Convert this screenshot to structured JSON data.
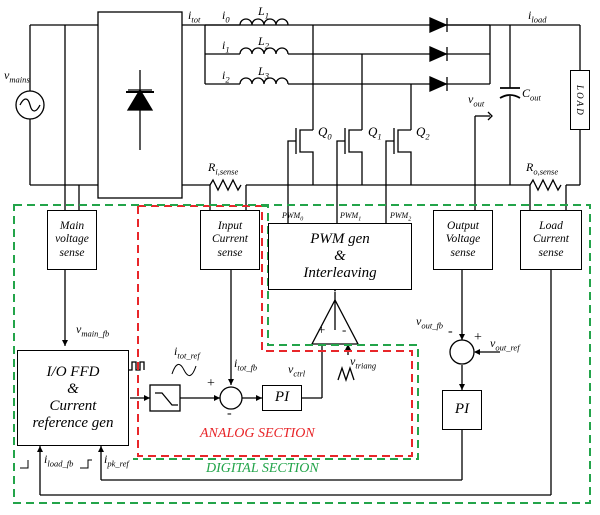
{
  "colors": {
    "analog": "#e8262a",
    "digital": "#23a44a",
    "wire": "#000000"
  },
  "icons": [
    "ac-source-icon",
    "diode-bridge-icon",
    "diode-icon",
    "inductor-icon",
    "mosfet-icon",
    "capacitor-icon",
    "op-amp-icon",
    "triangle-wave-icon",
    "square-wave-icon",
    "limiter-icon",
    "summing-junction-icon"
  ],
  "signals": {
    "i_tot": "tot",
    "i0": "0",
    "i1": "1",
    "i2": "2",
    "L1": "1",
    "L2": "2",
    "L3": "3",
    "i_load": "load",
    "v_mains": "mains",
    "Q0": "0",
    "Q1": "1",
    "Q2": "2",
    "C_out": "out",
    "v_out": "out",
    "R_i_sense": "i,sense",
    "R_o_sense": "o,sense",
    "PWM0": "0",
    "PWM1": "1",
    "PWM2": "2",
    "v_main_fb": "main_fb",
    "i_tot_ref": "tot_ref",
    "i_tot_fb": "tot_fb",
    "v_ctrl": "ctrl",
    "v_triang": "triang",
    "v_out_fb": "out_fb",
    "v_out_ref": "out_ref",
    "i_load_fb": "load_fb",
    "i_pk_ref": "pk_ref"
  },
  "blocks": {
    "load": "L O A D",
    "main_voltage_sense": [
      "Main",
      "voltage",
      "sense"
    ],
    "input_current_sense": [
      "Input",
      "Current",
      "sense"
    ],
    "pwm_gen": [
      "PWM gen",
      "&",
      "Interleaving"
    ],
    "output_voltage_sense": [
      "Output",
      "Voltage",
      "sense"
    ],
    "load_current_sense": [
      "Load",
      "Current",
      "sense"
    ],
    "io_ffd": [
      "I/O FFD",
      "&",
      "Current",
      "reference gen"
    ],
    "pi_analog": "PI",
    "pi_digital": "PI"
  },
  "symbols": {
    "plus": "+",
    "minus": "-"
  },
  "sections": {
    "analog": "ANALOG SECTION",
    "digital": "DIGITAL SECTION"
  }
}
